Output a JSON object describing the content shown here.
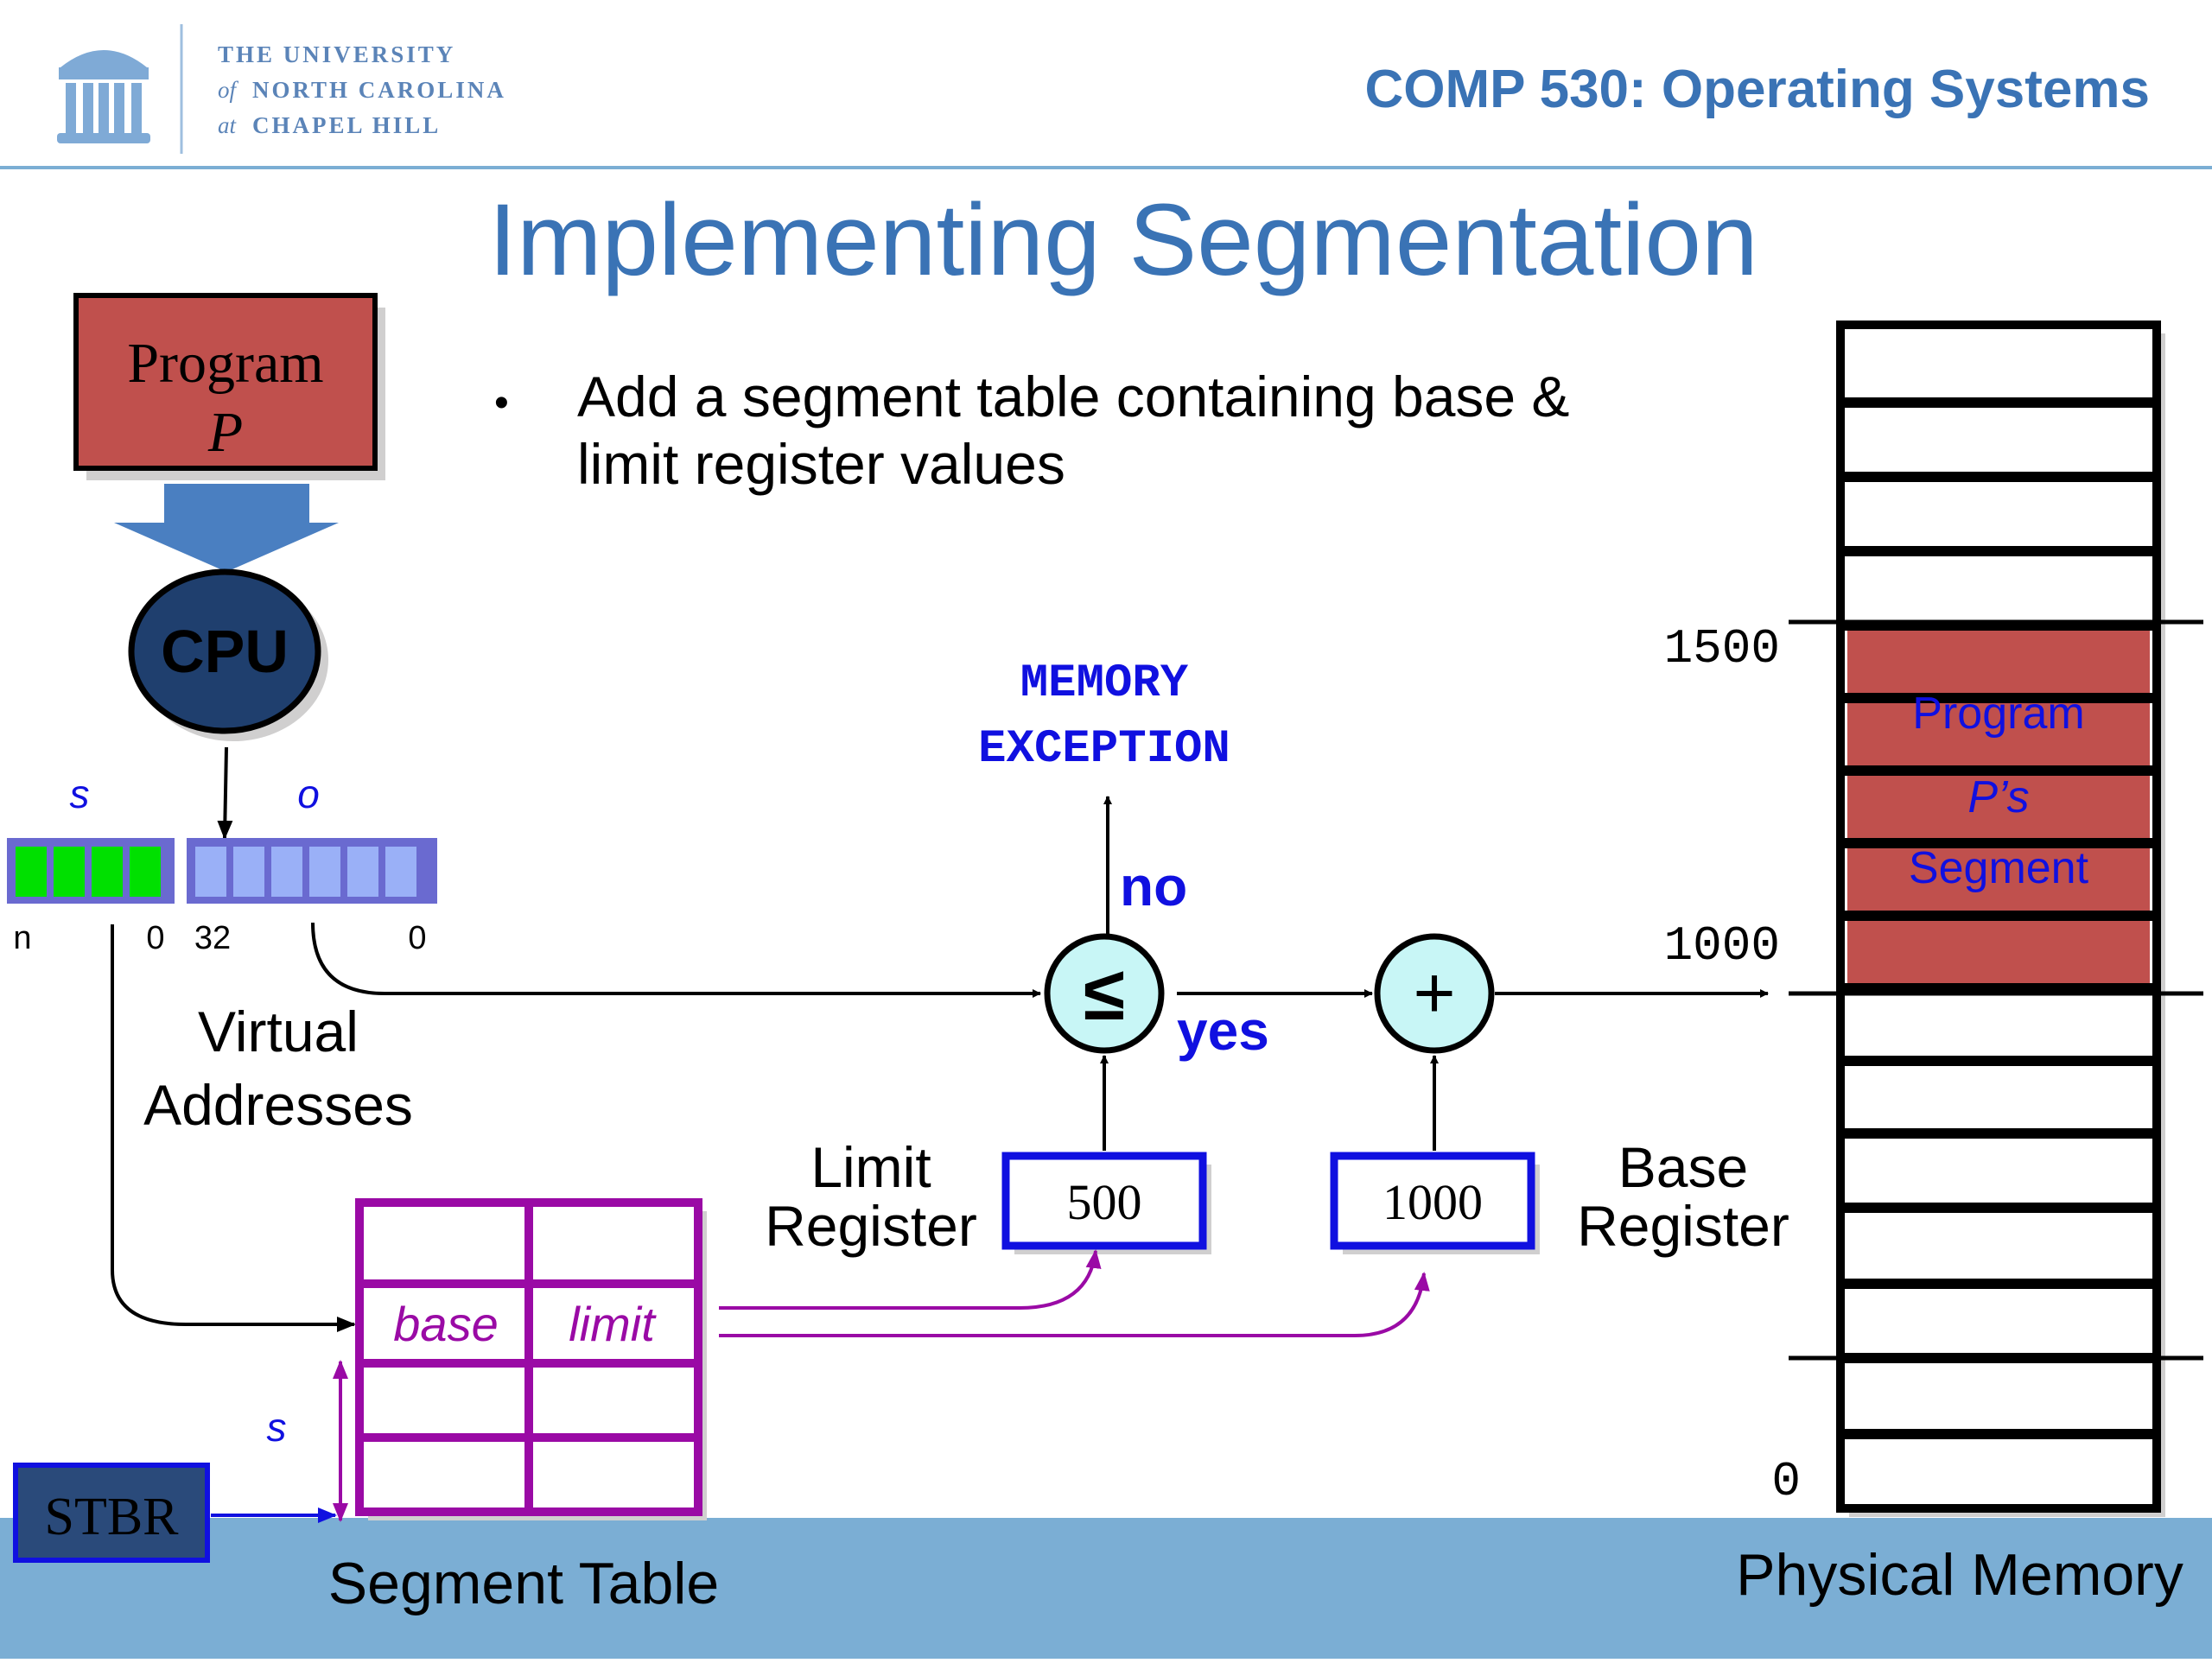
{
  "header": {
    "university_line1": "THE UNIVERSITY",
    "university_line2_of": "of",
    "university_line2": "NORTH CAROLINA",
    "university_line3_at": "at",
    "university_line3": "CHAPEL HILL",
    "course": "COMP 530: Operating Systems",
    "logo_icon": "old-well-icon"
  },
  "slide": {
    "title": "Implementing Segmentation",
    "bullet_line1": "Add a segment table containing base &",
    "bullet_line2": "limit register values"
  },
  "diagram": {
    "program_line1": "Program",
    "program_line2": "P",
    "cpu": "CPU",
    "seg_label": "s",
    "offset_label": "o",
    "bit_n": "n",
    "bit_0a": "0",
    "bit_32": "32",
    "bit_0b": "0",
    "virtual_addresses_line1": "Virtual",
    "virtual_addresses_line2": "Addresses",
    "memory_exception_line1": "MEMORY",
    "memory_exception_line2": "EXCEPTION",
    "no_label": "no",
    "yes_label": "yes",
    "compare_symbol": "≤",
    "add_symbol": "+",
    "limit_register_line1": "Limit",
    "limit_register_line2": "Register",
    "limit_value": "500",
    "base_register_line1": "Base",
    "base_register_line2": "Register",
    "base_value": "1000",
    "segment_table_base": "base",
    "segment_table_limit": "limit",
    "segment_table_index": "s",
    "segment_table_label": "Segment Table",
    "stbr": "STBR",
    "physical_memory_label": "Physical Memory",
    "addr_1500": "1500",
    "addr_1000": "1000",
    "addr_0": "0",
    "segment_line1": "Program",
    "segment_line2": "P’s",
    "segment_line3": "Segment"
  },
  "colors": {
    "title_blue": "#3a73b5",
    "program_red": "#c0504d",
    "cpu_navy": "#1f3f6e",
    "arrow_blue": "#4a7fc1",
    "seg_green": "#00e000",
    "offset_lavender": "#9ab0f7",
    "table_purple": "#9a0aa5",
    "register_blue": "#1010e0",
    "adder_cyan": "#c8f6f6",
    "footer_blue": "#7baed4"
  }
}
